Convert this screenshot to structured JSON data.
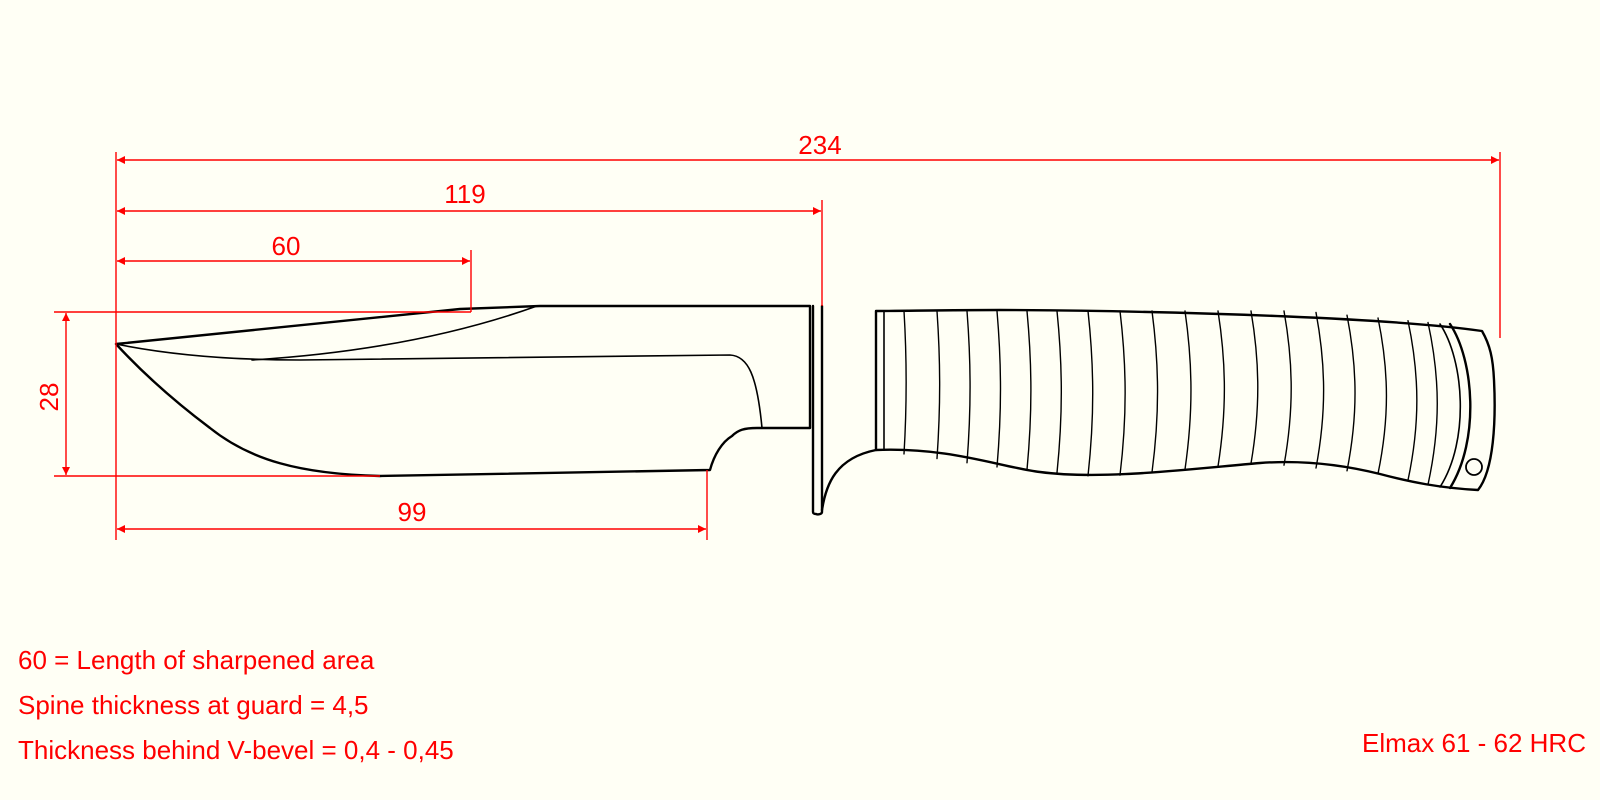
{
  "colors": {
    "background": "#fffff5",
    "dimension": "#ff0000",
    "outline": "#000000"
  },
  "dimensions": {
    "overall_length": "234",
    "blade_length": "119",
    "sharpened_length": "60",
    "edge_length": "99",
    "blade_height": "28"
  },
  "notes": [
    "60 = Length of sharpened area",
    "Spine thickness at guard = 4,5",
    "Thickness behind V-bevel = 0,4 - 0,45"
  ],
  "material": "Elmax 61 - 62 HRC"
}
